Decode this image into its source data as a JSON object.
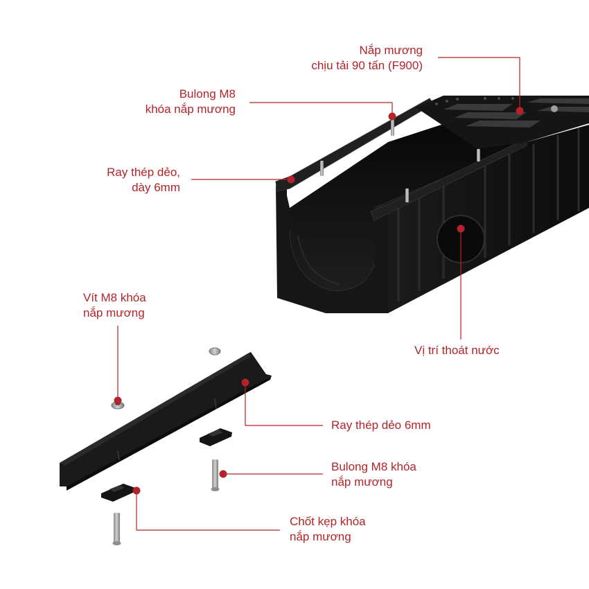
{
  "colors": {
    "accent": "#b3242a",
    "callout_line": "#b3242a",
    "product_black": "#141414",
    "metal": "#a9a9a9"
  },
  "labels": {
    "grate": [
      "Nắp mương",
      "chịu tải 90 tấn (F900)"
    ],
    "bolt_top": [
      "Bulong M8",
      "khóa nắp mương"
    ],
    "rail_top": [
      "Ray thép dẻo,",
      "dày 6mm"
    ],
    "screw": [
      "Vít M8 khóa",
      "nắp mương"
    ],
    "drain": [
      "Vị trí thoát nước"
    ],
    "rail_part": [
      "Ray thép dẻo 6mm"
    ],
    "bolt_part": [
      "Bulong M8 khóa",
      "nắp mương"
    ],
    "clip": [
      "Chốt kẹp khóa",
      "nắp mương"
    ]
  }
}
